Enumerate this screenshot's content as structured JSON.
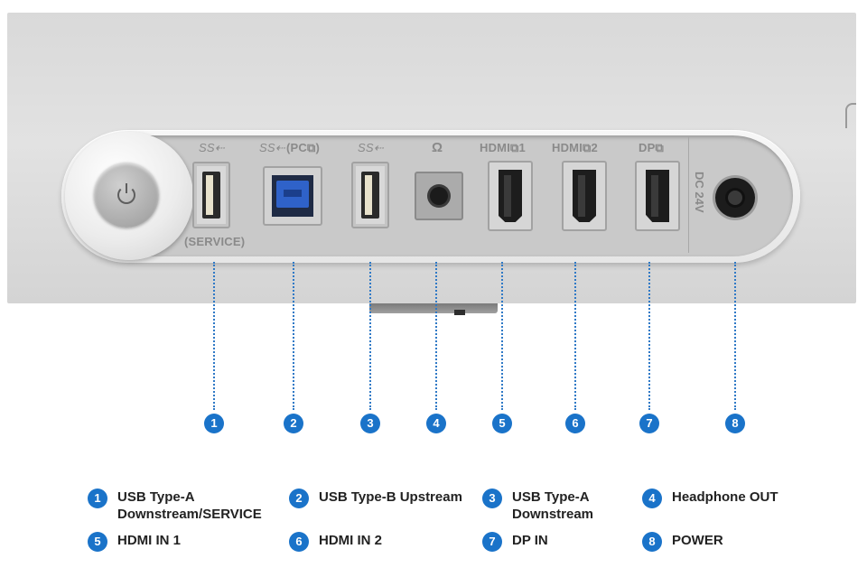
{
  "diagram": {
    "panel_labels": {
      "usb_a_service_icon": "SS⇠",
      "usb_b_icon": "SS⇠",
      "usb_b_label": "(PC⧉)",
      "usb_a_icon": "SS⇠",
      "headphone_icon": "Ω",
      "hdmi1_label": "HDMI⧉1",
      "hdmi2_label": "HDMI⧉2",
      "dp_label": "DP⧉",
      "service_label": "(SERVICE)",
      "dc_label": "DC 24V"
    },
    "callouts": [
      {
        "number": "1",
        "label": "USB Type-A\nDownstream/SERVICE"
      },
      {
        "number": "2",
        "label": "USB Type-B Upstream"
      },
      {
        "number": "3",
        "label": "USB Type-A\nDownstream"
      },
      {
        "number": "4",
        "label": "Headphone OUT"
      },
      {
        "number": "5",
        "label": "HDMI IN 1"
      },
      {
        "number": "6",
        "label": "HDMI IN 2"
      },
      {
        "number": "7",
        "label": "DP IN"
      },
      {
        "number": "8",
        "label": "POWER"
      }
    ],
    "colors": {
      "accent": "#1a73c9",
      "leader_line": "#2f79c6",
      "panel": "#c9c9c9",
      "label_gray": "#8a8a8a"
    },
    "icons": [
      "power-button-icon",
      "usb-3-superspeed-icon",
      "headphone-icon",
      "hdcp-icon"
    ]
  }
}
